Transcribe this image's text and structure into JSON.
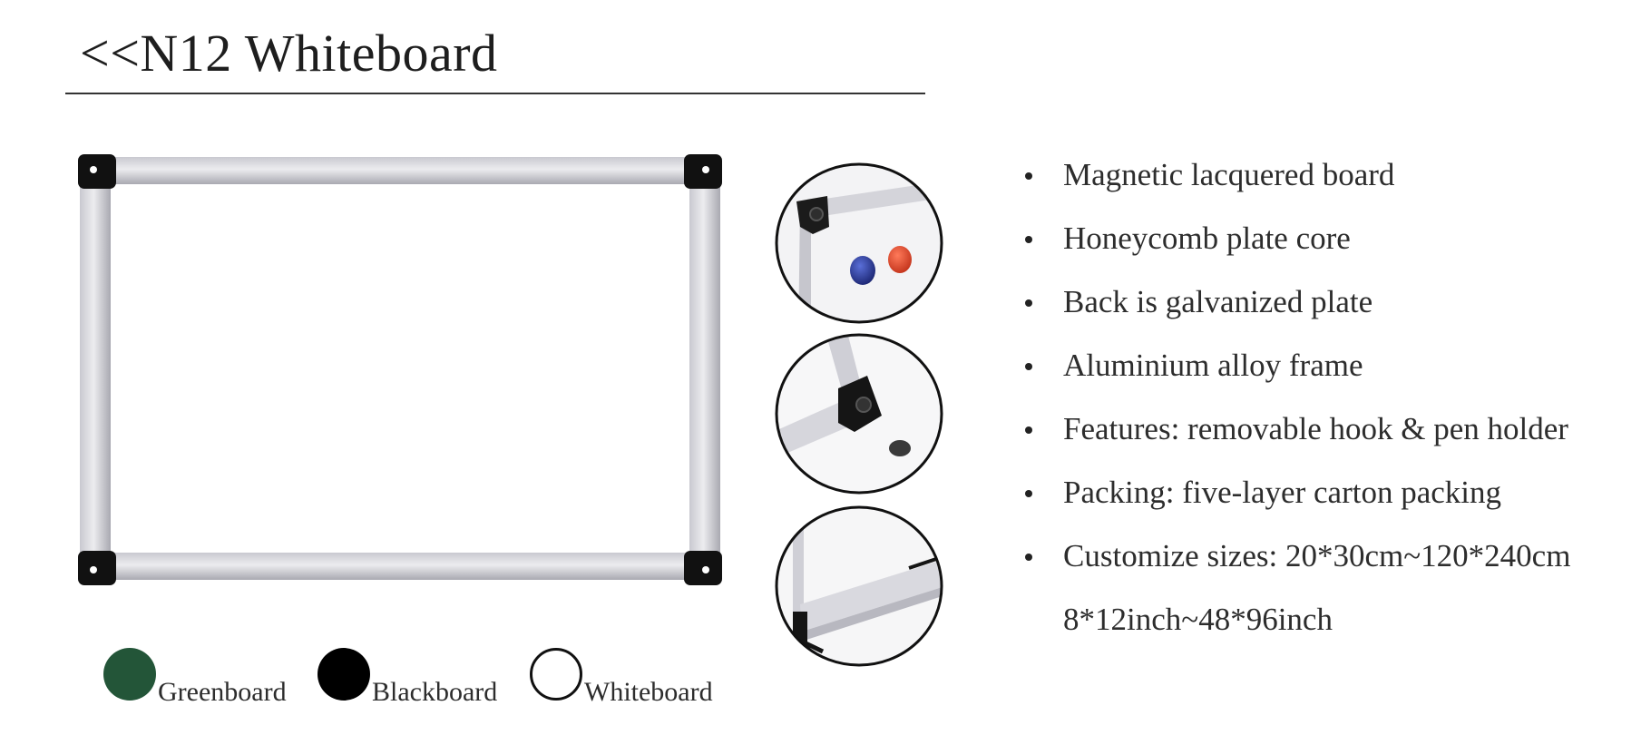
{
  "header": {
    "title": "<<N12 Whiteboard"
  },
  "features": [
    "Magnetic lacquered board",
    "Honeycomb plate core",
    "Back is galvanized plate",
    "Aluminium alloy frame",
    "Features: removable hook & pen holder",
    "Packing: five-layer carton packing",
    "Customize sizes: 20*30cm~120*240cm"
  ],
  "features_continuation": "8*12inch~48*96inch",
  "color_options": [
    {
      "label": "Greenboard",
      "color": "#235538"
    },
    {
      "label": "Blackboard",
      "color": "#000000"
    },
    {
      "label": "Whiteboard",
      "color": "#ffffff"
    }
  ],
  "detail_images": [
    "corner-with-magnets",
    "corner-bracket-with-cap",
    "pen-tray-hook"
  ]
}
